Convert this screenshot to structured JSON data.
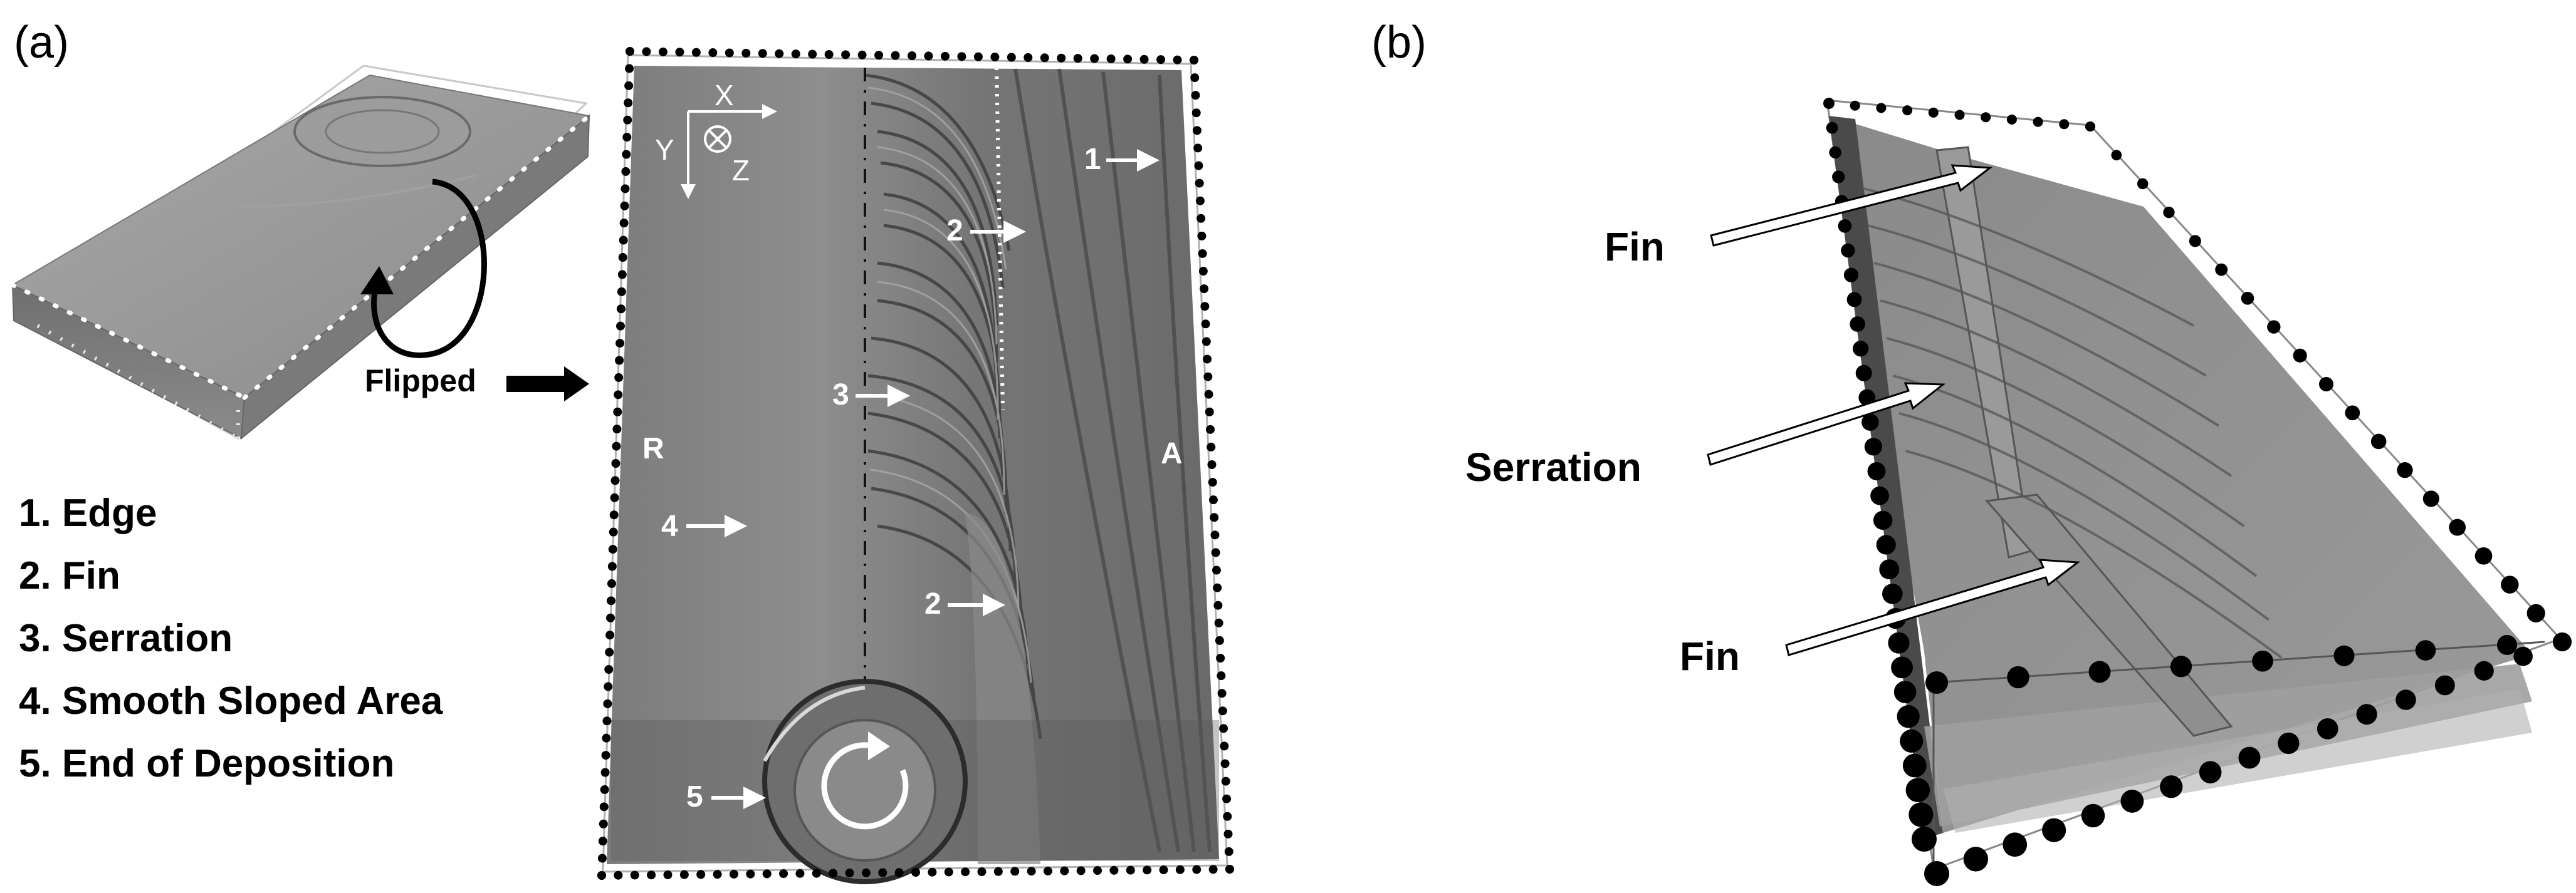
{
  "panels": {
    "a": {
      "label": "(a)",
      "flipped_label": "Flipped",
      "legend": [
        "1. Edge",
        "2. Fin",
        "3. Serration",
        "4. Smooth Sloped Area",
        "5. End of Deposition"
      ],
      "axes": {
        "x": "X",
        "y": "Y",
        "z": "Z"
      },
      "side_labels": {
        "left": "R",
        "right": "A"
      },
      "markers": [
        "1",
        "2",
        "3",
        "4",
        "2",
        "5"
      ]
    },
    "b": {
      "label": "(b)",
      "callouts": [
        "Fin",
        "Serration",
        "Fin"
      ]
    }
  }
}
